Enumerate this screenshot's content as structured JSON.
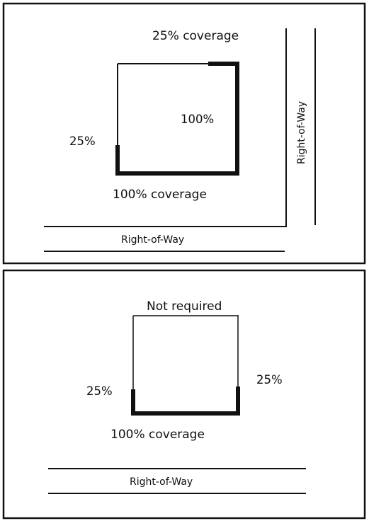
{
  "colors": {
    "line": "#111111",
    "background": "#ffffff"
  },
  "top_panel": {
    "top_edge_label": "25% coverage",
    "right_edge_label": "100%",
    "left_edge_label": "25%",
    "bottom_edge_label": "100% coverage",
    "row_bottom_label": "Right-of-Way",
    "row_right_label": "Right-of-Way"
  },
  "bottom_panel": {
    "top_edge_label": "Not required",
    "left_edge_label": "25%",
    "right_edge_label": "25%",
    "bottom_edge_label": "100% coverage",
    "row_bottom_label": "Right-of-Way"
  }
}
